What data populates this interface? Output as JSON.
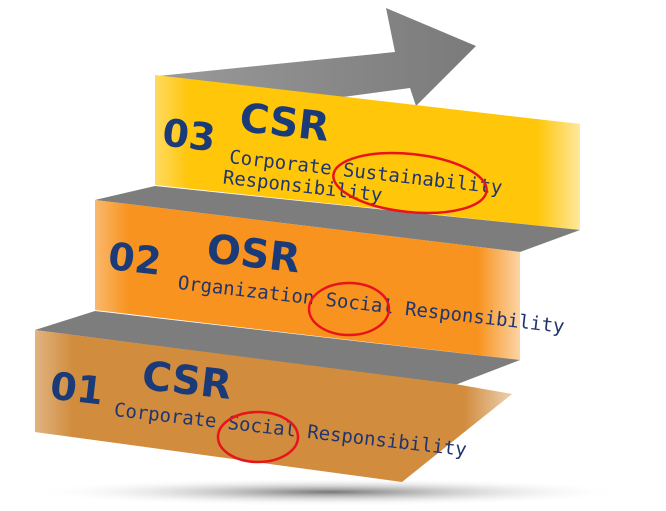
{
  "steps": [
    {
      "number": "03",
      "abbr": "CSR",
      "line1": "Corporate Sustainability",
      "line2": "Responsibility",
      "highlight": "Sustainability",
      "color": "#ffc60a"
    },
    {
      "number": "02",
      "abbr": "OSR",
      "line1": "Organization Social Responsibility",
      "highlight": "Social",
      "color": "#f7931e"
    },
    {
      "number": "01",
      "abbr": "CSR",
      "line1": "Corporate Social Responsibility",
      "highlight": "Social",
      "color": "#d18c3e"
    }
  ],
  "colors": {
    "connector": "#7d7d7d",
    "arrow": "#8a8a8a",
    "text": "#1b3a78",
    "highlight_circle": "#e8141b"
  }
}
